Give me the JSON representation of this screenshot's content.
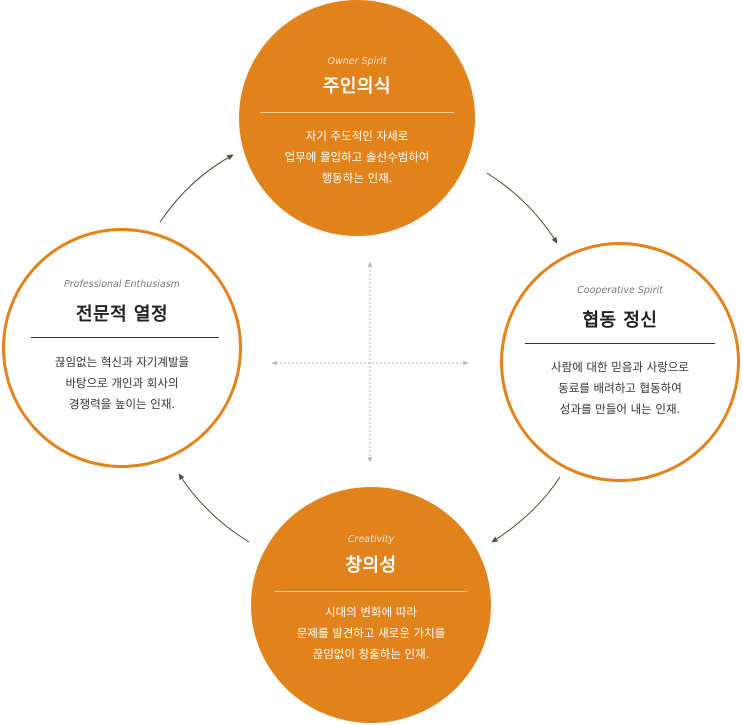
{
  "cards": {
    "top": {
      "subtitle": "Owner Spirit",
      "title": "주인의식",
      "lines": [
        "자기 주도적인 자세로",
        "업무에 몰입하고 솔선수범하여",
        "행동하는 인재."
      ]
    },
    "right": {
      "subtitle": "Cooperative Spirit",
      "title": "협동 정신",
      "lines": [
        "사람에 대한 믿음과 사랑으로",
        "동료를 배려하고 협동하여",
        "성과를 만들어 내는 인재."
      ]
    },
    "bottom": {
      "subtitle": "Creativity",
      "title": "창의성",
      "lines": [
        "시대의 변화에 따라",
        "문제를 발견하고 새로운 가치를",
        "끊임없이 창출하는 인재."
      ]
    },
    "left": {
      "subtitle": "Professional Enthusiasm",
      "title": "전문적 열정",
      "lines": [
        "끊임없는 혁신과 자기계발을",
        "바탕으로 개인과 회사의",
        "경쟁력을 높이는 인재."
      ]
    }
  },
  "colors": {
    "accent": "#e2821b",
    "arrow": "#5a4636",
    "crosshair": "#b9b9b9"
  }
}
